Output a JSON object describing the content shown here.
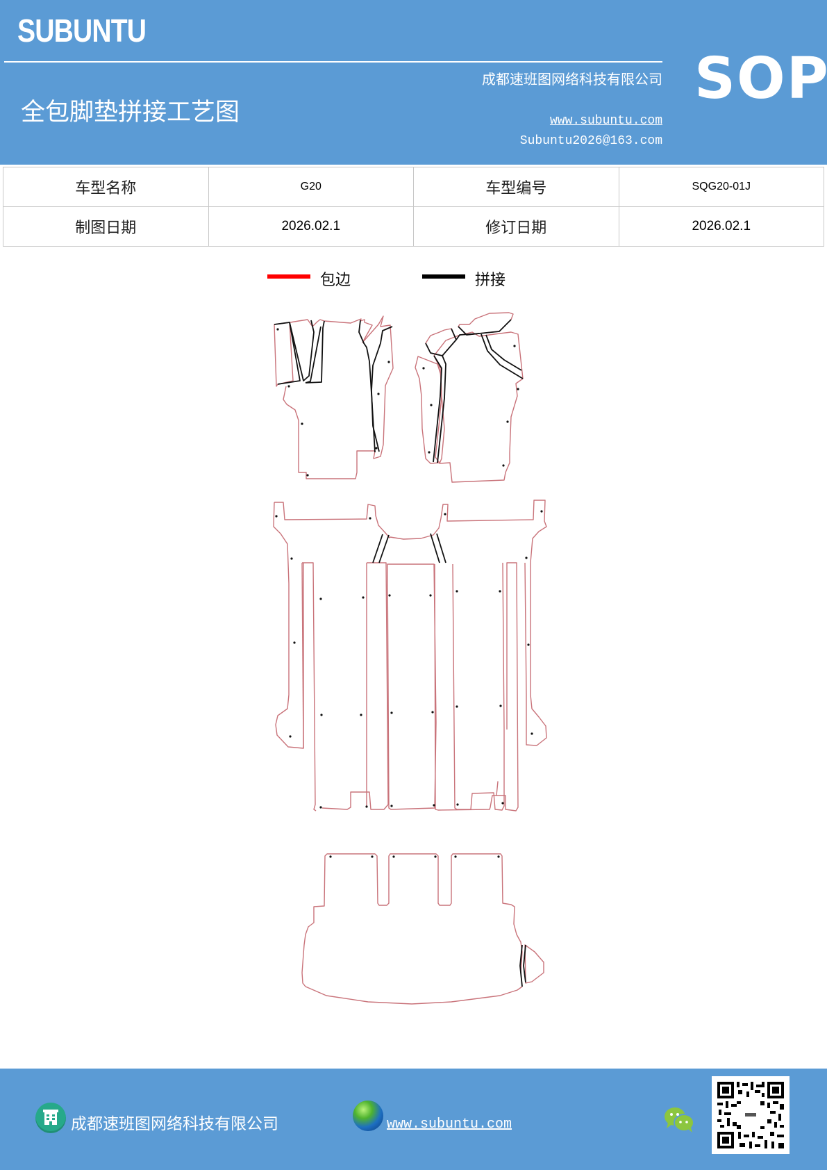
{
  "header": {
    "brand": "SUBUNTU",
    "doc_title": "全包脚垫拼接工艺图",
    "company": "成都速班图网络科技有限公司",
    "website": "www.subuntu.com",
    "email": "Subuntu2026@163.com",
    "badge": "SOP",
    "background_color": "#5b9bd5"
  },
  "info_table": {
    "rows": [
      {
        "label1": "车型名称",
        "value1": "G20",
        "label2": "车型编号",
        "value2": "SQG20-01J"
      },
      {
        "label1": "制图日期",
        "value1": "2026.02.1",
        "label2": "修订日期",
        "value2": "2026.02.1"
      }
    ]
  },
  "legend": {
    "items": [
      {
        "label": "包边",
        "color": "#ff0000",
        "meaning": "edge binding"
      },
      {
        "label": "拼接",
        "color": "#000000",
        "meaning": "splicing"
      }
    ]
  },
  "diagram": {
    "title": "floor mat splicing pattern",
    "outline_color": "#c9737a",
    "splice_color": "#111111",
    "pieces": [
      "front-left-mat",
      "front-right-mat",
      "second-row-left-side-mat",
      "second-row-center-runner",
      "second-row-right-side-mat",
      "second-row-left-strip",
      "second-row-right-strip",
      "second-row-center-strip",
      "trunk-mat"
    ]
  },
  "footer": {
    "company": "成都速班图网络科技有限公司",
    "website": "www.subuntu.com ",
    "icons": [
      "building-icon",
      "globe-icon",
      "wechat-icon",
      "qr-code"
    ]
  }
}
